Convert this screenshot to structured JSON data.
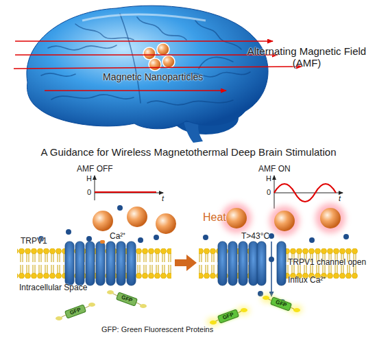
{
  "diagram": {
    "title": "A Guidance for Wireless Magnetothermal Deep Brain Stimulation",
    "nodes": [
      {
        "text": [
          "GFP"
        ]
      },
      {
        "text": [
          "GFP"
        ]
      },
      {
        "text": [
          "GFP"
        ]
      },
      {
        "text": [
          "GFP"
        ]
      }
    ],
    "labels": [
      "Magnetic Nanoparticles",
      "Alternating Magnetic Field (AMF)",
      "AMF OFF",
      "H",
      "0",
      "t",
      "AMF ON",
      "H",
      "0",
      "t",
      "Ca²⁺",
      "TRPV1",
      "Intracellular Space",
      "GFP: Green Fluorescent Proteins",
      "Heat",
      "T>43°C",
      "TRPV1 channel open",
      "Influx Ca²⁺"
    ]
  }
}
